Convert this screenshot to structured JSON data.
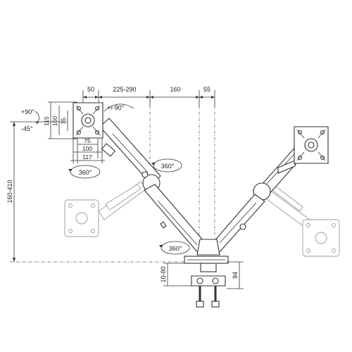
{
  "dimensions": {
    "top": [
      "50",
      "225-290",
      "160",
      "55"
    ],
    "vesa_vertical": [
      "115",
      "100",
      "75"
    ],
    "vesa_horizontal": [
      "75",
      "100",
      "117"
    ],
    "tilt_up": "+90°",
    "tilt_down": "-45°",
    "swivel": "+/-90°",
    "rotation_screen": "360°",
    "rotation_arm": "360°",
    "rotation_base": "360°",
    "height_range": "160-410",
    "clamp_range": "10-80",
    "base_height": "94"
  }
}
